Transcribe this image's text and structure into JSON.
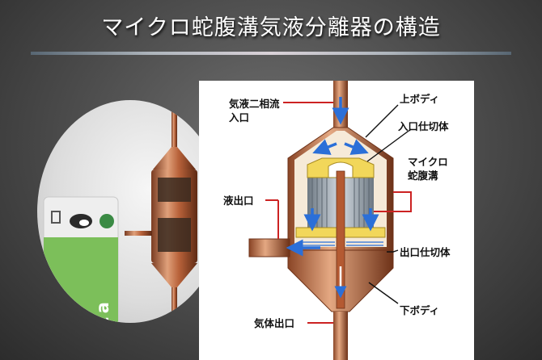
{
  "title": "マイクロ蛇腹溝気液分離器の構造",
  "photo": {
    "card_text": "Suica"
  },
  "diagram": {
    "labels": {
      "inlet_line1": "気液二相流",
      "inlet_line2": "入口",
      "upper_body": "上ボディ",
      "inlet_partition": "入口仕切体",
      "micro_groove_line1": "マイクロ",
      "micro_groove_line2": "蛇腹溝",
      "liquid_outlet": "液出口",
      "outlet_partition": "出口仕切体",
      "lower_body": "下ボディ",
      "gas_outlet": "気体出口"
    },
    "colors": {
      "copper": "#c8744a",
      "leader_red": "#cc2222",
      "flow_blue": "#2b6fd8",
      "filter_gray": "#9aa4ae"
    }
  }
}
